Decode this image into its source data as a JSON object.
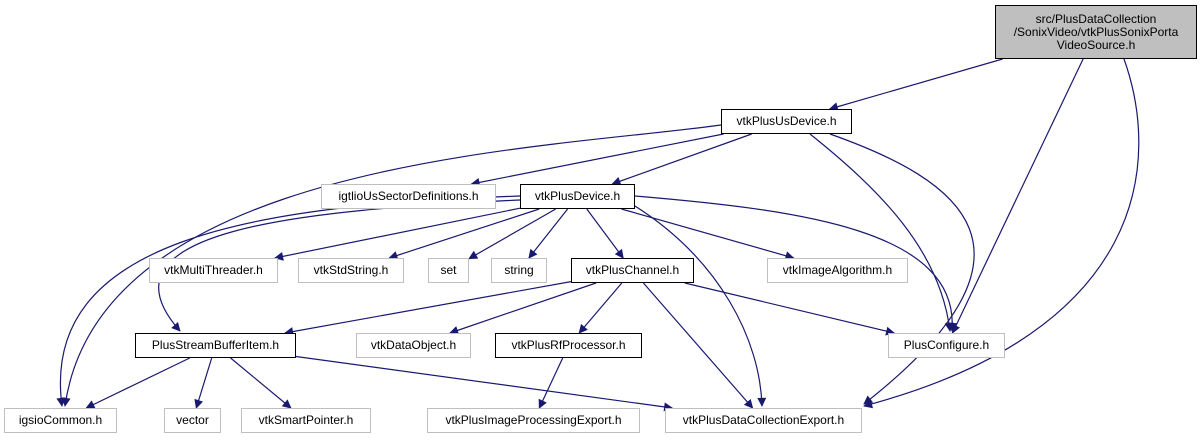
{
  "graph": {
    "edge_color": "#191970",
    "nodes": [
      {
        "id": "root",
        "label": "src/PlusDataCollection\n/SonixVideo/vtkPlusSonixPorta\nVideoSource.h",
        "kind": "root"
      },
      {
        "id": "usdevice",
        "label": "vtkPlusUsDevice.h",
        "kind": "doc"
      },
      {
        "id": "igtlio",
        "label": "igtlioUsSectorDefinitions.h",
        "kind": "ext"
      },
      {
        "id": "plusdevice",
        "label": "vtkPlusDevice.h",
        "kind": "doc"
      },
      {
        "id": "multithreader",
        "label": "vtkMultiThreader.h",
        "kind": "ext"
      },
      {
        "id": "stdstring",
        "label": "vtkStdString.h",
        "kind": "ext"
      },
      {
        "id": "set",
        "label": "set",
        "kind": "ext"
      },
      {
        "id": "string",
        "label": "string",
        "kind": "ext"
      },
      {
        "id": "channel",
        "label": "vtkPlusChannel.h",
        "kind": "doc"
      },
      {
        "id": "imagealgorithm",
        "label": "vtkImageAlgorithm.h",
        "kind": "ext"
      },
      {
        "id": "streambufferitem",
        "label": "PlusStreamBufferItem.h",
        "kind": "doc"
      },
      {
        "id": "dataobject",
        "label": "vtkDataObject.h",
        "kind": "ext"
      },
      {
        "id": "rfprocessor",
        "label": "vtkPlusRfProcessor.h",
        "kind": "doc"
      },
      {
        "id": "plusconfigure",
        "label": "PlusConfigure.h",
        "kind": "ext"
      },
      {
        "id": "igsiocommon",
        "label": "igsioCommon.h",
        "kind": "ext"
      },
      {
        "id": "vector",
        "label": "vector",
        "kind": "ext"
      },
      {
        "id": "smartpointer",
        "label": "vtkSmartPointer.h",
        "kind": "ext"
      },
      {
        "id": "imageprocessingexport",
        "label": "vtkPlusImageProcessingExport.h",
        "kind": "ext"
      },
      {
        "id": "datacollectionexport",
        "label": "vtkPlusDataCollectionExport.h",
        "kind": "ext"
      }
    ],
    "edges": [
      [
        "root",
        "usdevice"
      ],
      [
        "root",
        "plusconfigure"
      ],
      [
        "root",
        "datacollectionexport"
      ],
      [
        "usdevice",
        "igtlio"
      ],
      [
        "usdevice",
        "plusdevice"
      ],
      [
        "usdevice",
        "igsiocommon"
      ],
      [
        "usdevice",
        "plusconfigure"
      ],
      [
        "usdevice",
        "datacollectionexport"
      ],
      [
        "plusdevice",
        "multithreader"
      ],
      [
        "plusdevice",
        "stdstring"
      ],
      [
        "plusdevice",
        "set"
      ],
      [
        "plusdevice",
        "string"
      ],
      [
        "plusdevice",
        "channel"
      ],
      [
        "plusdevice",
        "imagealgorithm"
      ],
      [
        "plusdevice",
        "streambufferitem"
      ],
      [
        "plusdevice",
        "igsiocommon"
      ],
      [
        "plusdevice",
        "plusconfigure"
      ],
      [
        "plusdevice",
        "datacollectionexport"
      ],
      [
        "channel",
        "streambufferitem"
      ],
      [
        "channel",
        "dataobject"
      ],
      [
        "channel",
        "rfprocessor"
      ],
      [
        "channel",
        "plusconfigure"
      ],
      [
        "channel",
        "datacollectionexport"
      ],
      [
        "streambufferitem",
        "igsiocommon"
      ],
      [
        "streambufferitem",
        "vector"
      ],
      [
        "streambufferitem",
        "smartpointer"
      ],
      [
        "streambufferitem",
        "datacollectionexport"
      ],
      [
        "rfprocessor",
        "imageprocessingexport"
      ]
    ]
  }
}
